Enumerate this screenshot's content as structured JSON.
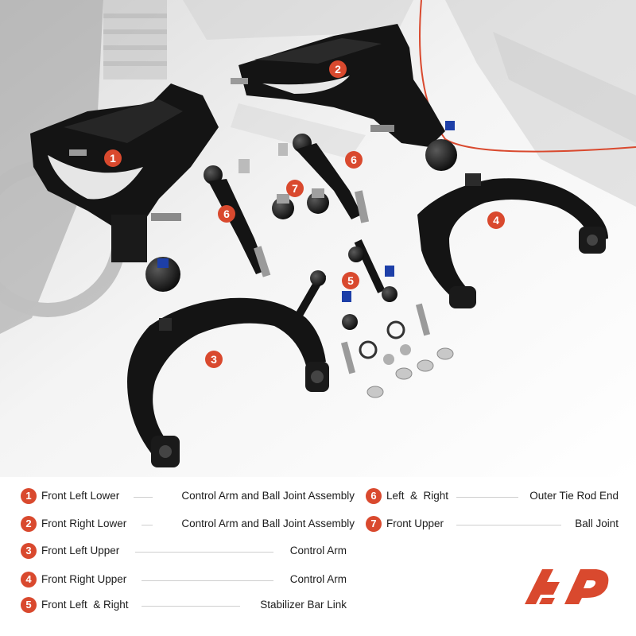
{
  "callouts": [
    "1",
    "2",
    "3",
    "4",
    "5",
    "6",
    "6",
    "7"
  ],
  "legend": {
    "left": [
      {
        "num": "1",
        "part": "Front Left Lower",
        "desc": "Control Arm and Ball Joint Assembly"
      },
      {
        "num": "2",
        "part": "Front Right Lower",
        "desc": "Control Arm and Ball Joint Assembly"
      },
      {
        "num": "3",
        "part": "Front Left Upper",
        "desc": "Control Arm"
      },
      {
        "num": "4",
        "part": "Front Right Upper",
        "desc": "Control Arm"
      },
      {
        "num": "5",
        "part": "Front Left  & Right",
        "desc": "Stabilizer Bar Link"
      }
    ],
    "right": [
      {
        "num": "6",
        "part": "Left  &  Right",
        "desc": "Outer Tie Rod End"
      },
      {
        "num": "7",
        "part": "Front Upper",
        "desc": "Ball Joint"
      }
    ]
  },
  "colors": {
    "accent": "#d9492e",
    "part": "#141414",
    "text": "#1c1c1c"
  },
  "logo": "a-premium-logo"
}
